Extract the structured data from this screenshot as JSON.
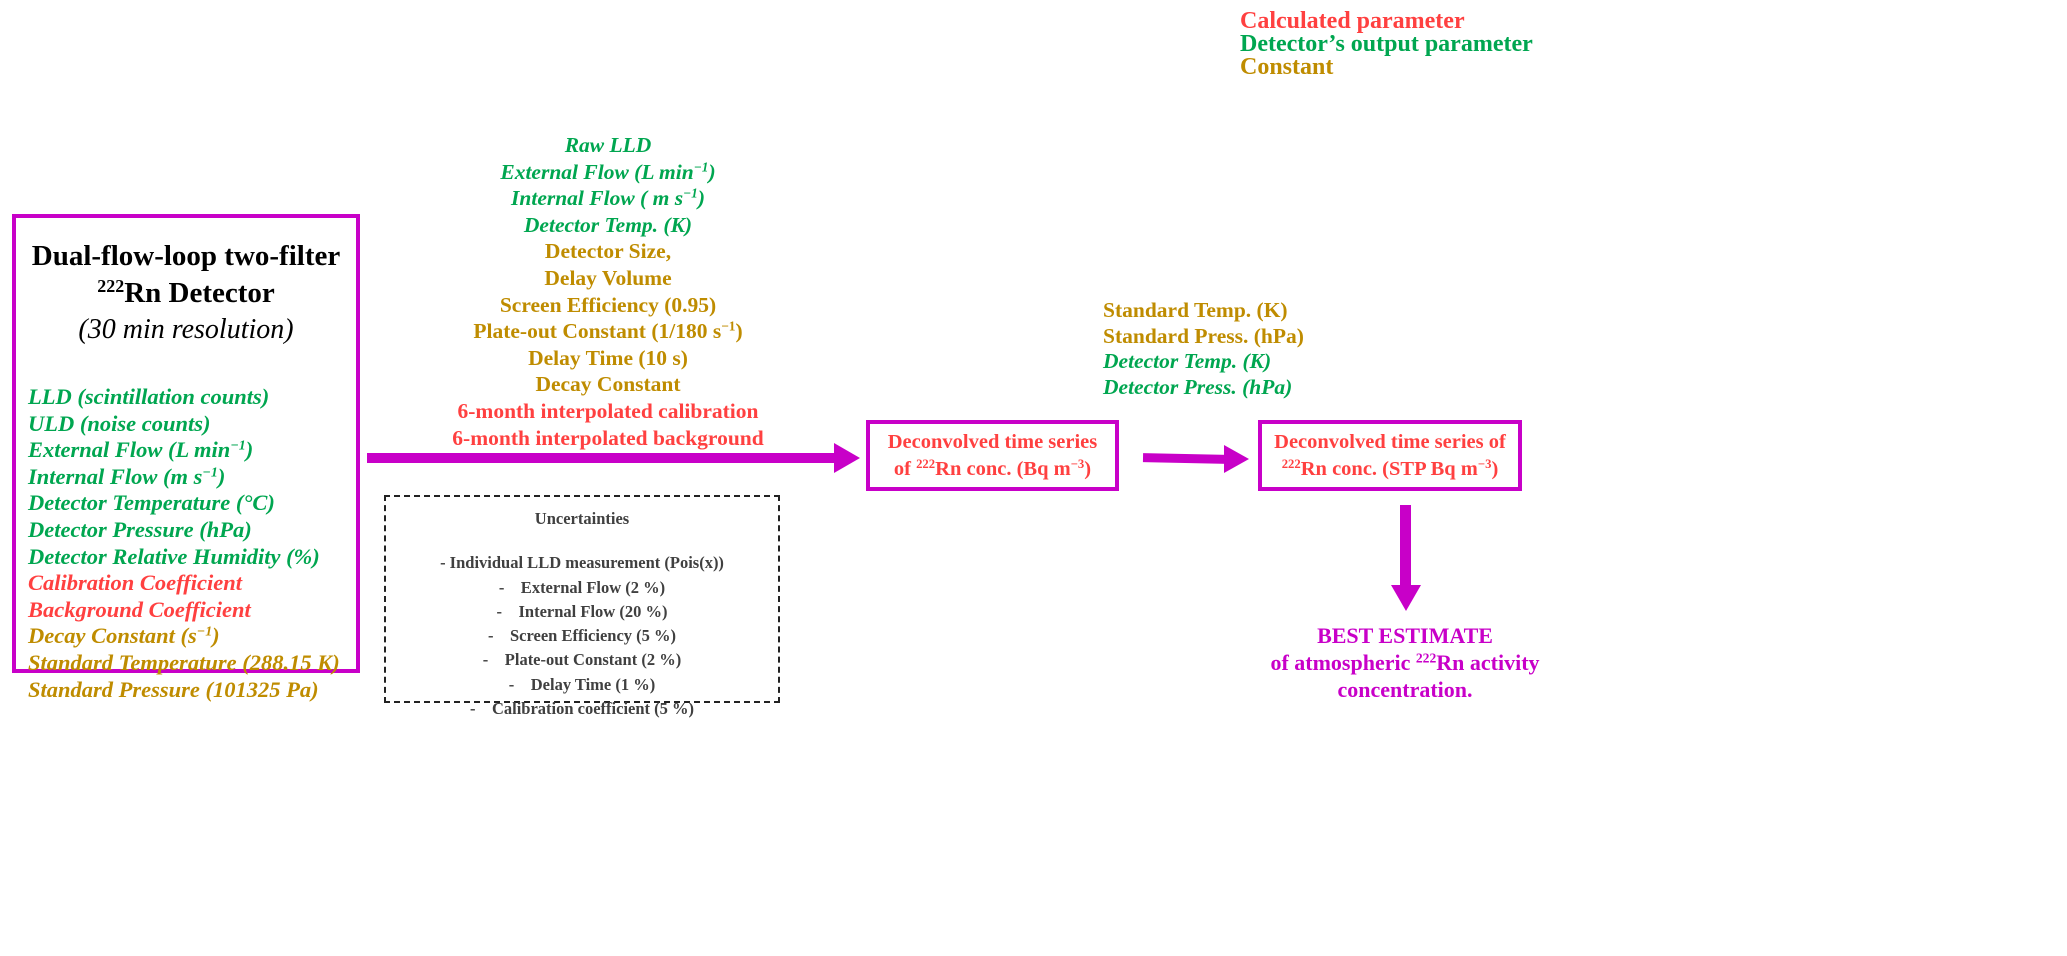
{
  "legend": {
    "calculated": "Calculated parameter",
    "output": "Detector’s output parameter",
    "constant": "Constant"
  },
  "detector_box": {
    "title_line1": "Dual-flow-loop two-filter",
    "title_sup": "222",
    "title_line2": "Rn Detector",
    "subtitle": "(30 min resolution)",
    "items": [
      {
        "text": "LLD (scintillation counts)",
        "type": "output"
      },
      {
        "text": "ULD (noise counts)",
        "type": "output"
      },
      {
        "text": "External Flow (L min",
        "sup": "−1",
        "tail": ")",
        "type": "output"
      },
      {
        "text": "Internal Flow (m s",
        "sup": "−1",
        "tail": ")",
        "type": "output"
      },
      {
        "text": "Detector Temperature (°C)",
        "type": "output"
      },
      {
        "text": "Detector Pressure (hPa)",
        "type": "output"
      },
      {
        "text": "Detector Relative Humidity (%)",
        "type": "output"
      },
      {
        "text": "Calibration Coefficient",
        "type": "calculated"
      },
      {
        "text": "Background Coefficient",
        "type": "calculated"
      },
      {
        "text": "Decay Constant (s",
        "sup": "−1",
        "tail": ")",
        "type": "constant"
      },
      {
        "text": "Standard Temperature (288.15 K)",
        "type": "constant"
      },
      {
        "text": "Standard Pressure (101325 Pa)",
        "type": "constant"
      }
    ]
  },
  "middle_inputs": [
    {
      "text": "Raw LLD",
      "type": "output"
    },
    {
      "text": "External Flow (L min",
      "sup": "−1",
      "tail": ")",
      "type": "output"
    },
    {
      "text": "Internal Flow ( m s",
      "sup": "−1",
      "tail": ")",
      "type": "output"
    },
    {
      "text": "Detector Temp. (K)",
      "type": "output"
    },
    {
      "text": "Detector Size,",
      "type": "constant"
    },
    {
      "text": "Delay Volume",
      "type": "constant"
    },
    {
      "text": "Screen Efficiency (0.95)",
      "type": "constant"
    },
    {
      "text": "Plate-out Constant (1/180 s",
      "sup": "−1",
      "tail": ")",
      "type": "constant"
    },
    {
      "text": "Delay Time (10 s)",
      "type": "constant"
    },
    {
      "text": "Decay Constant",
      "type": "constant"
    },
    {
      "text": "6-month interpolated calibration",
      "type": "calculated"
    },
    {
      "text": "6-month interpolated background",
      "type": "calculated"
    }
  ],
  "uncertainties": {
    "title": "Uncertainties",
    "items": [
      "- Individual LLD measurement (Pois(x))",
      "-    External Flow (2 %)",
      "-    Internal Flow (20 %)",
      "-    Screen Efficiency (5 %)",
      "-    Plate-out Constant (2 %)",
      "-    Delay Time (1 %)",
      "-    Calibration coefficient (5 %)"
    ]
  },
  "deconvolved_box": {
    "line1": "Deconvolved time series",
    "pre": "of ",
    "sup": "222",
    "post": "Rn conc. (Bq m",
    "unit_sup": "−3",
    "tail": ")"
  },
  "stp_inputs": [
    {
      "text": "Standard Temp. (K)",
      "type": "constant",
      "italic": false
    },
    {
      "text": "Standard Press. (hPa)",
      "type": "constant",
      "italic": false
    },
    {
      "text": "Detector Temp. (K)",
      "type": "output",
      "italic": true
    },
    {
      "text": "Detector Press. (hPa)",
      "type": "output",
      "italic": true
    }
  ],
  "stp_box": {
    "line1": "Deconvolved time series of",
    "sup": "222",
    "post": "Rn conc. (STP Bq m",
    "unit_sup": "−3",
    "tail": ")"
  },
  "best_estimate": {
    "line1": "BEST ESTIMATE",
    "line2_pre": "of atmospheric ",
    "sup": "222",
    "line2_post": "Rn activity",
    "line3": "concentration."
  },
  "colors": {
    "arrow": "#c800c8",
    "calculated": "#ff4040",
    "output": "#00a650",
    "constant": "#bf8c00"
  }
}
